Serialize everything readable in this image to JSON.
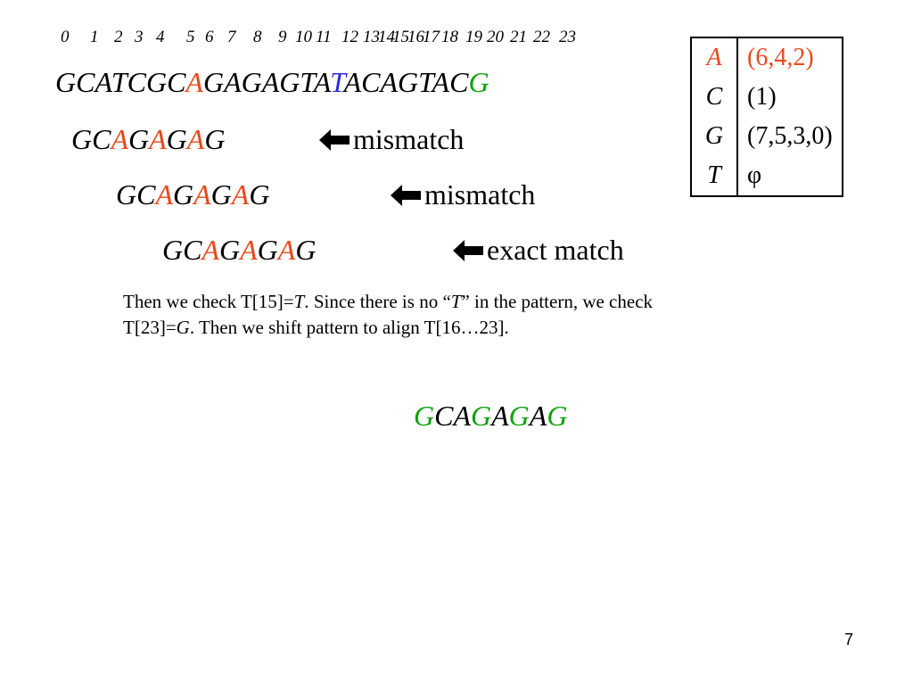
{
  "indices": [
    "0",
    "1",
    "2",
    "3",
    "4",
    "5",
    "6",
    "7",
    "8",
    "9",
    "10",
    "11",
    "12",
    "13",
    "14",
    "15",
    "16",
    "17",
    "18",
    "19",
    "20",
    "21",
    "22",
    "23"
  ],
  "text": {
    "parts": [
      {
        "t": "GCATCGC",
        "c": "black"
      },
      {
        "t": "A",
        "c": "red"
      },
      {
        "t": "GAGAGTA",
        "c": "black"
      },
      {
        "t": "T",
        "c": "blue"
      },
      {
        "t": "ACAGTAC",
        "c": "black"
      },
      {
        "t": "G",
        "c": "green"
      }
    ]
  },
  "alignments": [
    {
      "pattern": [
        {
          "t": "GC",
          "c": "black"
        },
        {
          "t": "A",
          "c": "red"
        },
        {
          "t": "G",
          "c": "black"
        },
        {
          "t": "A",
          "c": "red"
        },
        {
          "t": "G",
          "c": "black"
        },
        {
          "t": "A",
          "c": "red"
        },
        {
          "t": "G",
          "c": "black"
        }
      ],
      "label": "mismatch"
    },
    {
      "pattern": [
        {
          "t": "GC",
          "c": "black"
        },
        {
          "t": "A",
          "c": "red"
        },
        {
          "t": "G",
          "c": "black"
        },
        {
          "t": "A",
          "c": "red"
        },
        {
          "t": "G",
          "c": "black"
        },
        {
          "t": "A",
          "c": "red"
        },
        {
          "t": "G",
          "c": "black"
        }
      ],
      "label": "mismatch"
    },
    {
      "pattern": [
        {
          "t": "GC",
          "c": "black"
        },
        {
          "t": "A",
          "c": "red"
        },
        {
          "t": "G",
          "c": "black"
        },
        {
          "t": "A",
          "c": "red"
        },
        {
          "t": "G",
          "c": "black"
        },
        {
          "t": "A",
          "c": "red"
        },
        {
          "t": "G",
          "c": "black"
        }
      ],
      "label": "exact match"
    }
  ],
  "note": {
    "line1": [
      {
        "t": "Then we check T[15]=",
        "i": false
      },
      {
        "t": "T",
        "i": true
      },
      {
        "t": ".  Since there is no “",
        "i": false
      },
      {
        "t": "T",
        "i": true
      },
      {
        "t": "” in the pattern, we check",
        "i": false
      }
    ],
    "line2": [
      {
        "t": "T[23]=",
        "i": false
      },
      {
        "t": "G",
        "i": true
      },
      {
        "t": ".  Then we shift pattern to align T[16…23].",
        "i": false
      }
    ]
  },
  "shifted_pattern": [
    {
      "t": "G",
      "c": "green"
    },
    {
      "t": "CA",
      "c": "black"
    },
    {
      "t": "G",
      "c": "green"
    },
    {
      "t": "A",
      "c": "black"
    },
    {
      "t": "G",
      "c": "green"
    },
    {
      "t": "A",
      "c": "black"
    },
    {
      "t": "G",
      "c": "green"
    }
  ],
  "table": [
    {
      "key": "A",
      "value": "(6,4,2)",
      "color": "red"
    },
    {
      "key": "C",
      "value": "(1)",
      "color": "black"
    },
    {
      "key": "G",
      "value": "(7,5,3,0)",
      "color": "black"
    },
    {
      "key": "T",
      "value": "φ",
      "color": "black"
    }
  ],
  "page_number": "7",
  "icons": {
    "arrow": "left-arrow-icon"
  },
  "colors": {
    "red": "#e8491d",
    "blue": "#2b2bd6",
    "green": "#0ea10e",
    "black": "#000000"
  }
}
